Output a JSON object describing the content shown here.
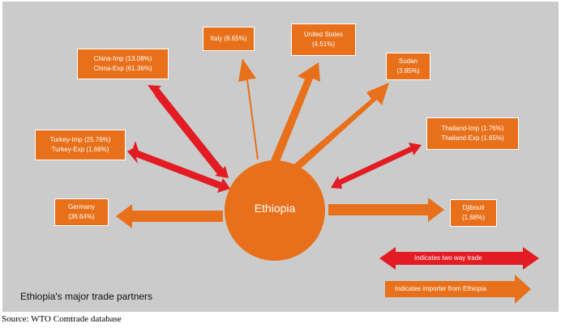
{
  "colors": {
    "panel": "#cbcbcb",
    "orange": "#e8701a",
    "red": "#e31b23",
    "white": "#ffffff"
  },
  "center": {
    "label": "Ethiopia"
  },
  "partners": {
    "china": {
      "line1": "China-Imp (13.08%)",
      "line2": "China-Exp (61.36%)",
      "trade": "two-way"
    },
    "italy": {
      "line1": "Italy (6.65%)",
      "trade": "import-from-ethiopia"
    },
    "usa": {
      "line1": "United States",
      "line2": "(4.51%)",
      "trade": "import-from-ethiopia"
    },
    "sudan": {
      "line1": "Sudan",
      "line2": "(3.85%)",
      "trade": "import-from-ethiopia"
    },
    "turkey": {
      "line1": "Turkey-Imp (25.76%)",
      "line2": "Turkey-Exp (1.66%)",
      "trade": "two-way"
    },
    "thailand": {
      "line1": "Thailand-Imp (1.76%)",
      "line2": "Thailand-Exp (1.65%)",
      "trade": "two-way"
    },
    "germany": {
      "line1": "Germany",
      "line2": "(36.64%)",
      "trade": "import-from-ethiopia"
    },
    "djibouti": {
      "line1": "Djibouti",
      "line2": "(1.68%)",
      "trade": "import-from-ethiopia"
    }
  },
  "legend": {
    "two_way": "Indicates two way trade",
    "importer": "Indicates importer from Ethiopia"
  },
  "caption": "Ethiopia's major trade partners",
  "source": "Source: WTO Comtrade database"
}
